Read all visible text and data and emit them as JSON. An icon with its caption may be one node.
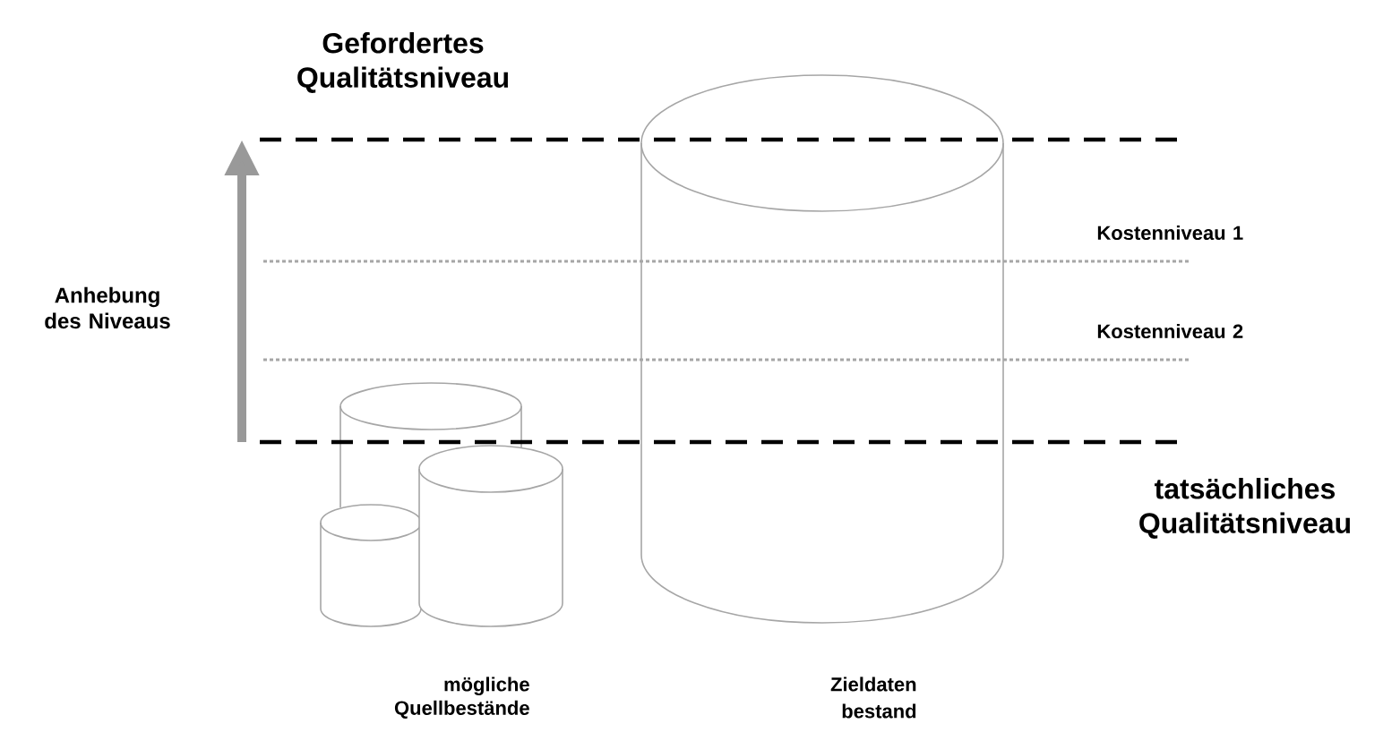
{
  "diagram": {
    "nodes": [
      {
        "text": [],
        "shape": "cylinder"
      },
      {
        "text": [],
        "shape": "cylinder"
      },
      {
        "text": [],
        "shape": "cylinder"
      },
      {
        "text": [],
        "shape": "cylinder",
        "beside": [
          "Zieldaten bestand"
        ]
      }
    ],
    "labels": [
      "Gefordertes Qualitätsniveau",
      "Anhebung des Niveaus",
      "Kostenniveau 1",
      "Kostenniveau 2",
      "tatsächliches Qualitätsniveau",
      "mögliche Quellbestände"
    ]
  }
}
